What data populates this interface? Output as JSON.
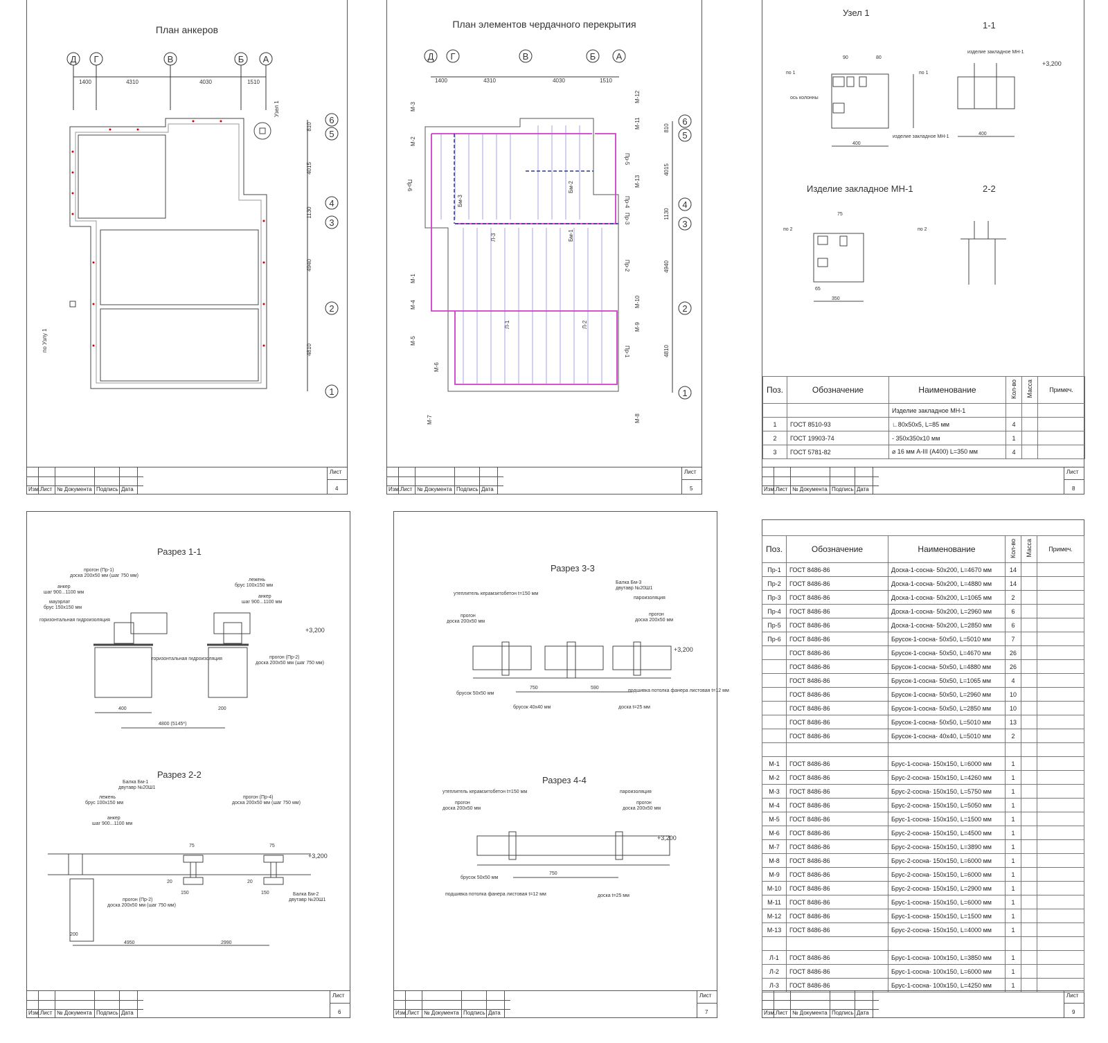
{
  "sheets": {
    "s4": {
      "title": "План анкеров",
      "num": "4"
    },
    "s5": {
      "title": "План элементов чердачного перекрытия",
      "num": "5"
    },
    "s8": {
      "title_node": "Узел 1",
      "title_11": "1-1",
      "title_mn": "Изделие закладное МН-1",
      "title_22": "2-2",
      "num": "8"
    },
    "s6": {
      "title_11": "Разрез 1-1",
      "title_22": "Разрез 2-2",
      "num": "6"
    },
    "s7": {
      "title_33": "Разрез 3-3",
      "title_44": "Разрез 4-4",
      "num": "7"
    },
    "s9": {
      "num": "9"
    }
  },
  "title_block": {
    "izm": "Изм.",
    "list": "Лист",
    "doc": "№ Документа",
    "sign": "Подпись",
    "date": "Дата",
    "sheet": "Лист"
  },
  "axes": {
    "letters": [
      "Д",
      "Г",
      "В",
      "Б",
      "А"
    ],
    "numbers": [
      "6",
      "5",
      "4",
      "3",
      "2",
      "1"
    ]
  },
  "plan_dims": {
    "top": [
      "1400",
      "4310",
      "4030",
      "1510"
    ],
    "right": [
      "810",
      "4015",
      "1130",
      "4940",
      "4810"
    ],
    "level": "+3,200"
  },
  "plan_labels": {
    "node1": "Узел 1",
    "po_uzlu": "по Узлу 1",
    "bm1": "Бм-1",
    "bm2": "Бм-2",
    "bm3": "Бм-3",
    "l1": "Л-1",
    "l2": "Л-2",
    "l3": "Л-3",
    "m_left": [
      "М-3",
      "М-2",
      "М-1",
      "М-4",
      "М-5",
      "М-6",
      "М-7"
    ],
    "m_right": [
      "М-12",
      "М-11",
      "М-13",
      "М-10",
      "М-9",
      "М-8"
    ],
    "pr_right": [
      "Пр-5",
      "Пр-4",
      "Пр-3",
      "Пр-2",
      "Пр-1"
    ],
    "pr6": "Пр-6"
  },
  "node_labels": {
    "os": "ось колонны",
    "mn1": "изделие закладное МН-1",
    "po1": "по 1",
    "po2": "по 2",
    "d90": "90",
    "d80": "80",
    "d400": "400",
    "d350": "350",
    "d75": "75",
    "d65": "65"
  },
  "section_labels": {
    "progon_pr1": "прогон (Пр-1)",
    "doska200": "доска 200x50 мм (шаг 750 мм)",
    "anker": "анкер",
    "anker_step": "шаг 900...1100 мм",
    "mauerlat": "мауэрлат",
    "brus150": "брус 150x150 мм",
    "gidro": "горизонтальная гидроизоляция",
    "lezhen": "лежень",
    "brus100": "брус 100x150 мм",
    "progon_pr2": "прогон (Пр-2)",
    "d4800": "4800 (5145*)",
    "d400": "400",
    "d200": "200",
    "balka_bm1": "Балка Бм-1",
    "dvutavr": "двутавр №20Ш1",
    "balka_bm2": "Балка Бм-2",
    "balka_bm3": "Балка Бм-3",
    "progon_pr4": "прогон (Пр-4)",
    "d4950": "4950",
    "d2990": "2990",
    "d75": "75",
    "d150": "150",
    "d20": "20",
    "utepl": "утеплитель керамзитобетон t=150 мм",
    "progon": "прогон",
    "doska_200x50": "доска 200x50 мм",
    "paroiz": "пароизоляция",
    "brusok50": "брусок 50x50 мм",
    "brusok40": "брусок 40x40 мм",
    "podshivka": "подшивка потолка фанера листовая t=12 мм",
    "doska25": "доска t=25 мм",
    "d750": "750",
    "d590": "590"
  },
  "spec_head": {
    "pos": "Поз.",
    "oboz": "Обозначение",
    "naim": "Наименование",
    "kol": "Кол-во",
    "massa": "Масса",
    "prim": "Примеч."
  },
  "spec8": {
    "group": "Изделие закладное МН-1",
    "rows": [
      {
        "pos": "1",
        "oboz": "ГОСТ 8510-93",
        "naim": "∟80x50x5, L=85 мм",
        "kol": "4"
      },
      {
        "pos": "2",
        "oboz": "ГОСТ 19903-74",
        "naim": "- 350x350x10 мм",
        "kol": "1"
      },
      {
        "pos": "3",
        "oboz": "ГОСТ 5781-82",
        "naim": "⌀ 16 мм А-III (А400)  L=350 мм",
        "kol": "4"
      }
    ]
  },
  "spec9": [
    {
      "pos": "Пр-1",
      "oboz": "ГОСТ 8486-86",
      "naim": "Доска-1-сосна- 50x200, L=4670 мм",
      "kol": "14"
    },
    {
      "pos": "Пр-2",
      "oboz": "ГОСТ 8486-86",
      "naim": "Доска-1-сосна- 50x200, L=4880 мм",
      "kol": "14"
    },
    {
      "pos": "Пр-3",
      "oboz": "ГОСТ 8486-86",
      "naim": "Доска-1-сосна- 50x200, L=1065 мм",
      "kol": "2"
    },
    {
      "pos": "Пр-4",
      "oboz": "ГОСТ 8486-86",
      "naim": "Доска-1-сосна- 50x200, L=2960 мм",
      "kol": "6"
    },
    {
      "pos": "Пр-5",
      "oboz": "ГОСТ 8486-86",
      "naim": "Доска-1-сосна- 50x200, L=2850 мм",
      "kol": "6"
    },
    {
      "pos": "Пр-6",
      "oboz": "ГОСТ 8486-86",
      "naim": "Брусок-1-сосна- 50x50, L=5010 мм",
      "kol": "7"
    },
    {
      "pos": "",
      "oboz": "ГОСТ 8486-86",
      "naim": "Брусок-1-сосна- 50x50, L=4670 мм",
      "kol": "26"
    },
    {
      "pos": "",
      "oboz": "ГОСТ 8486-86",
      "naim": "Брусок-1-сосна- 50x50, L=4880 мм",
      "kol": "26"
    },
    {
      "pos": "",
      "oboz": "ГОСТ 8486-86",
      "naim": "Брусок-1-сосна- 50x50, L=1065 мм",
      "kol": "4"
    },
    {
      "pos": "",
      "oboz": "ГОСТ 8486-86",
      "naim": "Брусок-1-сосна- 50x50, L=2960 мм",
      "kol": "10"
    },
    {
      "pos": "",
      "oboz": "ГОСТ 8486-86",
      "naim": "Брусок-1-сосна- 50x50, L=2850 мм",
      "kol": "10"
    },
    {
      "pos": "",
      "oboz": "ГОСТ 8486-86",
      "naim": "Брусок-1-сосна- 50x50, L=5010 мм",
      "kol": "13"
    },
    {
      "pos": "",
      "oboz": "ГОСТ 8486-86",
      "naim": "Брусок-1-сосна- 40x40, L=5010 мм",
      "kol": "2"
    },
    {
      "pos": "",
      "oboz": "",
      "naim": "",
      "kol": ""
    },
    {
      "pos": "М-1",
      "oboz": "ГОСТ 8486-86",
      "naim": "Брус-1-сосна- 150x150, L=6000 мм",
      "kol": "1"
    },
    {
      "pos": "М-2",
      "oboz": "ГОСТ 8486-86",
      "naim": "Брус-2-сосна- 150x150, L=4260 мм",
      "kol": "1"
    },
    {
      "pos": "М-3",
      "oboz": "ГОСТ 8486-86",
      "naim": "Брус-2-сосна- 150x150, L=5750 мм",
      "kol": "1"
    },
    {
      "pos": "М-4",
      "oboz": "ГОСТ 8486-86",
      "naim": "Брус-2-сосна- 150x150, L=5050 мм",
      "kol": "1"
    },
    {
      "pos": "М-5",
      "oboz": "ГОСТ 8486-86",
      "naim": "Брус-1-сосна- 150x150, L=1500 мм",
      "kol": "1"
    },
    {
      "pos": "М-6",
      "oboz": "ГОСТ 8486-86",
      "naim": "Брус-2-сосна- 150x150, L=4500 мм",
      "kol": "1"
    },
    {
      "pos": "М-7",
      "oboz": "ГОСТ 8486-86",
      "naim": "Брус-2-сосна- 150x150, L=3890 мм",
      "kol": "1"
    },
    {
      "pos": "М-8",
      "oboz": "ГОСТ 8486-86",
      "naim": "Брус-2-сосна- 150x150, L=6000 мм",
      "kol": "1"
    },
    {
      "pos": "М-9",
      "oboz": "ГОСТ 8486-86",
      "naim": "Брус-2-сосна- 150x150, L=6000 мм",
      "kol": "1"
    },
    {
      "pos": "М-10",
      "oboz": "ГОСТ 8486-86",
      "naim": "Брус-2-сосна- 150x150, L=2900 мм",
      "kol": "1"
    },
    {
      "pos": "М-11",
      "oboz": "ГОСТ 8486-86",
      "naim": "Брус-1-сосна- 150x150, L=6000 мм",
      "kol": "1"
    },
    {
      "pos": "М-12",
      "oboz": "ГОСТ 8486-86",
      "naim": "Брус-1-сосна- 150x150, L=1500 мм",
      "kol": "1"
    },
    {
      "pos": "М-13",
      "oboz": "ГОСТ 8486-86",
      "naim": "Брус-2-сосна- 150x150, L=4000 мм",
      "kol": "1"
    },
    {
      "pos": "",
      "oboz": "",
      "naim": "",
      "kol": ""
    },
    {
      "pos": "Л-1",
      "oboz": "ГОСТ 8486-86",
      "naim": "Брус-1-сосна- 100x150, L=3850 мм",
      "kol": "1"
    },
    {
      "pos": "Л-2",
      "oboz": "ГОСТ 8486-86",
      "naim": "Брус-1-сосна- 100x150, L=6000 мм",
      "kol": "1"
    },
    {
      "pos": "Л-3",
      "oboz": "ГОСТ 8486-86",
      "naim": "Брус-1-сосна- 100x150, L=4250 мм",
      "kol": "1"
    }
  ]
}
